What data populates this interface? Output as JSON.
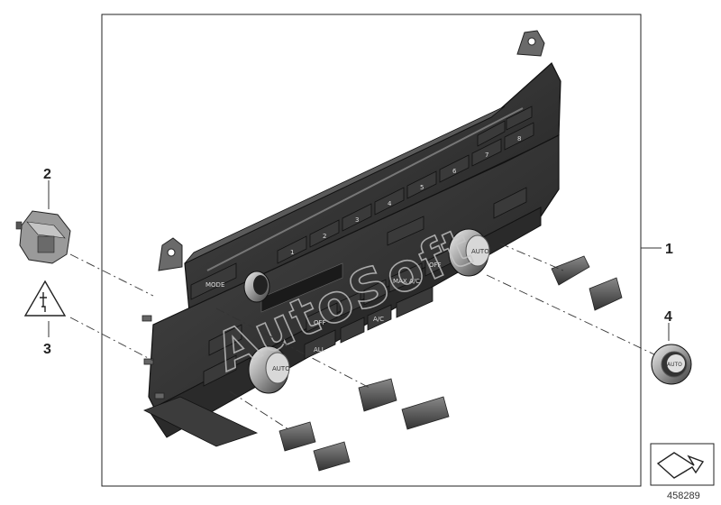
{
  "callouts": {
    "c1": "1",
    "c2": "2",
    "c3": "3",
    "c4": "4"
  },
  "buttons": {
    "mode": "MODE",
    "off1": "OFF",
    "off2": "OFF",
    "max_ac": "MAX A/C",
    "ac": "A/C",
    "all": "ALL",
    "auto_left": "AUTO",
    "auto_right": "AUTO",
    "auto_knob": "AUTO",
    "num1": "1",
    "num2": "2",
    "num3": "3",
    "num4": "4",
    "num5": "5",
    "num6": "6",
    "num7": "7",
    "num8": "8"
  },
  "watermark": "AutoSoft",
  "document_number": "458289",
  "colors": {
    "line": "#333333",
    "panel_dark": "#2b2b2b",
    "panel_mid": "#444444",
    "frame": "#222222"
  }
}
